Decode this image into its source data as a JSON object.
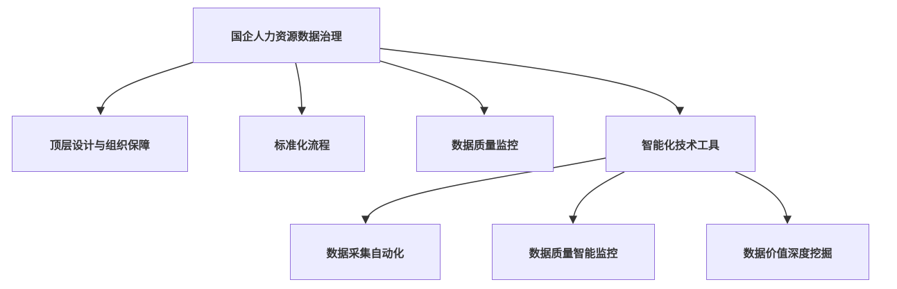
{
  "diagram": {
    "nodes": {
      "root": "国企人力资源数据治理",
      "top_design": "顶层设计与组织保障",
      "standard_process": "标准化流程",
      "quality_monitor": "数据质量监控",
      "smart_tools": "智能化技术工具",
      "auto_collect": "数据采集自动化",
      "smart_quality_monitor": "数据质量智能监控",
      "value_mining": "数据价值深度挖掘"
    },
    "edges": [
      {
        "from": "root",
        "to": "top_design"
      },
      {
        "from": "root",
        "to": "standard_process"
      },
      {
        "from": "root",
        "to": "quality_monitor"
      },
      {
        "from": "root",
        "to": "smart_tools"
      },
      {
        "from": "smart_tools",
        "to": "auto_collect"
      },
      {
        "from": "smart_tools",
        "to": "smart_quality_monitor"
      },
      {
        "from": "smart_tools",
        "to": "value_mining"
      }
    ],
    "colors": {
      "node_fill": "#ececff",
      "node_border": "#9370db",
      "edge": "#333333",
      "text": "#333333"
    }
  }
}
